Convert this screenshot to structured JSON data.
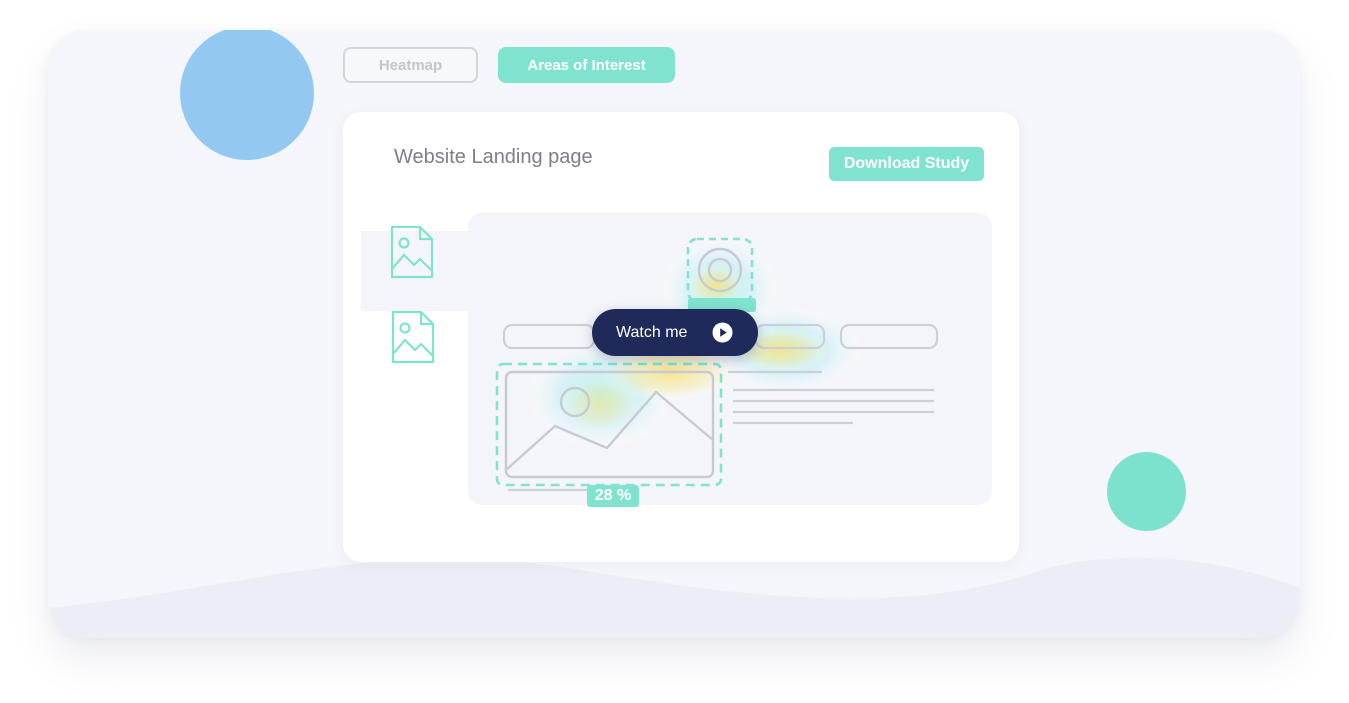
{
  "tabs": {
    "heatmap": "Heatmap",
    "areas_of_interest": "Areas of Interest"
  },
  "card": {
    "title": "Website Landing page",
    "download_label": "Download Study"
  },
  "watch": {
    "label": "Watch me"
  },
  "aoi": {
    "image_percent": "28 %"
  },
  "colors": {
    "accent": "#80e3cf",
    "dark": "#1f2a5a",
    "blue": "#93c9f1"
  }
}
